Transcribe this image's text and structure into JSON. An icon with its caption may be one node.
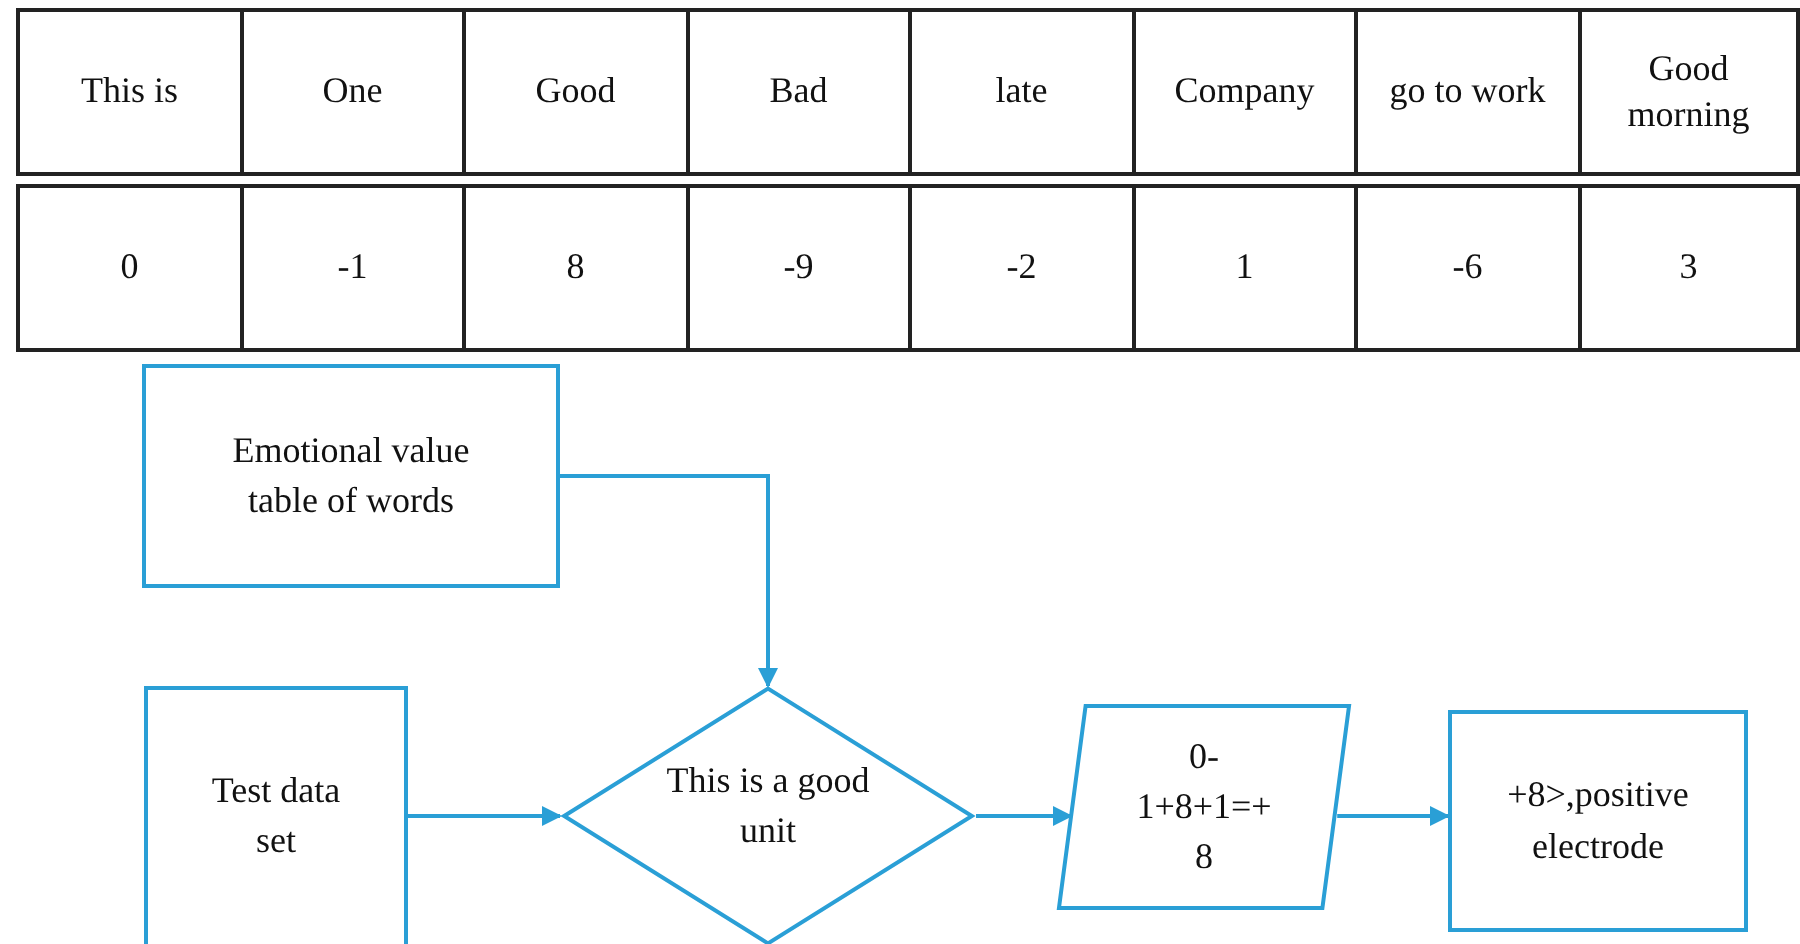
{
  "diagram": {
    "nodes": [
      {
        "text": [
          "Emotional value table of words"
        ]
      },
      {
        "text": [
          "Test data set"
        ]
      },
      {
        "text": [
          "This is a good unit"
        ]
      },
      {
        "text": [
          "0- 1+8+1=+ 8"
        ]
      },
      {
        "text": [
          "+8>,positive electrode"
        ]
      }
    ],
    "edges": [
      {
        "from": 0,
        "to": 2,
        "arrow": "to"
      },
      {
        "from": 1,
        "to": 2,
        "arrow": "to"
      },
      {
        "from": 2,
        "to": 3,
        "arrow": "to"
      },
      {
        "from": 3,
        "to": 4,
        "arrow": "to"
      }
    ],
    "labels": [
      "This is",
      "One",
      "Good",
      "Bad",
      "late",
      "Company",
      "go to work",
      "Good morning",
      "0",
      "-1",
      "8",
      "-9",
      "-2",
      "1",
      "-6",
      "3"
    ]
  }
}
